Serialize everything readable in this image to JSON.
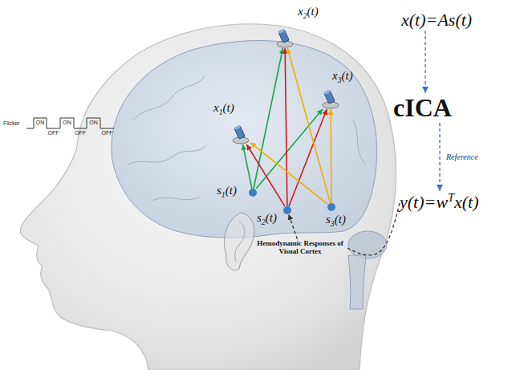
{
  "diagram": {
    "nodes": [
      {
        "text": [
          "x1(t)"
        ]
      },
      {
        "text": [
          "x2(t)"
        ]
      },
      {
        "text": [
          "x3(t)"
        ]
      },
      {
        "text": [
          "s1(t)"
        ]
      },
      {
        "text": [
          "s2(t)"
        ]
      },
      {
        "text": [
          "s3(t)"
        ]
      },
      {
        "text": [
          "x(t)=As(t)"
        ]
      },
      {
        "text": [
          "cICA"
        ]
      },
      {
        "text": [
          "Hemodynamic Responses of Visual Cortex"
        ]
      },
      {
        "text": [
          "y(t)=wTx(t)"
        ]
      }
    ],
    "edges": [
      {
        "from": 3,
        "to": 0,
        "arrow": "to"
      },
      {
        "from": 3,
        "to": 1,
        "arrow": "to"
      },
      {
        "from": 3,
        "to": 2,
        "arrow": "to"
      },
      {
        "from": 4,
        "to": 0,
        "arrow": "to"
      },
      {
        "from": 4,
        "to": 1,
        "arrow": "to"
      },
      {
        "from": 4,
        "to": 2,
        "arrow": "to"
      },
      {
        "from": 5,
        "to": 0,
        "arrow": "to"
      },
      {
        "from": 5,
        "to": 1,
        "arrow": "to"
      },
      {
        "from": 5,
        "to": 2,
        "arrow": "to"
      },
      {
        "from": 6,
        "to": 7,
        "arrow": "to"
      },
      {
        "from": 7,
        "to": 9,
        "label": "Reference",
        "arrow": "to"
      },
      {
        "from": 9,
        "to": 8,
        "arrow": "none"
      },
      {
        "from": 8,
        "to": 4,
        "arrow": "to"
      }
    ],
    "labels": [
      "Flicker",
      "ON",
      "OFF",
      "ON",
      "OFF",
      "ON",
      "OFF"
    ]
  }
}
